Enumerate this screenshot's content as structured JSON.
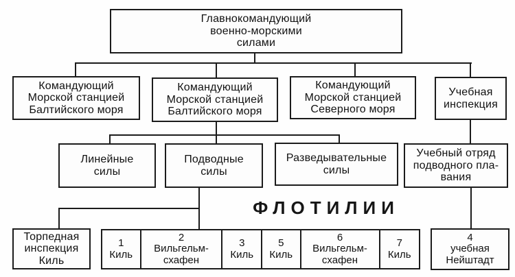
{
  "diagram": {
    "heading": "ФЛОТИЛИИ",
    "nodes": {
      "root": {
        "label": "Главнокомандующий\nвоенно-морскими\nсилами"
      },
      "baltic_station_1": {
        "label": "Командующий\nМорской станцией\nБалтийского моря"
      },
      "baltic_station_2": {
        "label": "Командующий\nМорской станцией\nБалтийского моря"
      },
      "north_sea_station": {
        "label": "Командующий\nМорской станцией\nСеверного моря"
      },
      "training_inspection": {
        "label": "Учебная\nинспекция"
      },
      "line_forces": {
        "label": "Линейные\nсилы"
      },
      "submarine_forces": {
        "label": "Подводные\nсилы"
      },
      "recon_forces": {
        "label": "Разведывательные\nсилы"
      },
      "submarine_training_detachment": {
        "label": "Учебный отряд\nподводного пла-\nвания"
      },
      "torpedo_inspection": {
        "label": "Торпедная\nинспекция\nКиль"
      }
    },
    "flotillas": [
      {
        "num": "1",
        "base": "Киль"
      },
      {
        "num": "2",
        "base": "Вильгельм-\nсхафен"
      },
      {
        "num": "3",
        "base": "Киль"
      },
      {
        "num": "5",
        "base": "Киль"
      },
      {
        "num": "6",
        "base": "Вильгельм-\nсхафен"
      },
      {
        "num": "7",
        "base": "Киль"
      }
    ],
    "training_flotilla": {
      "num": "4",
      "base": "учебная\nНейштадт"
    },
    "colors": {
      "line": "#1b1b1b",
      "background": "#fefefe",
      "text": "#111111"
    }
  }
}
